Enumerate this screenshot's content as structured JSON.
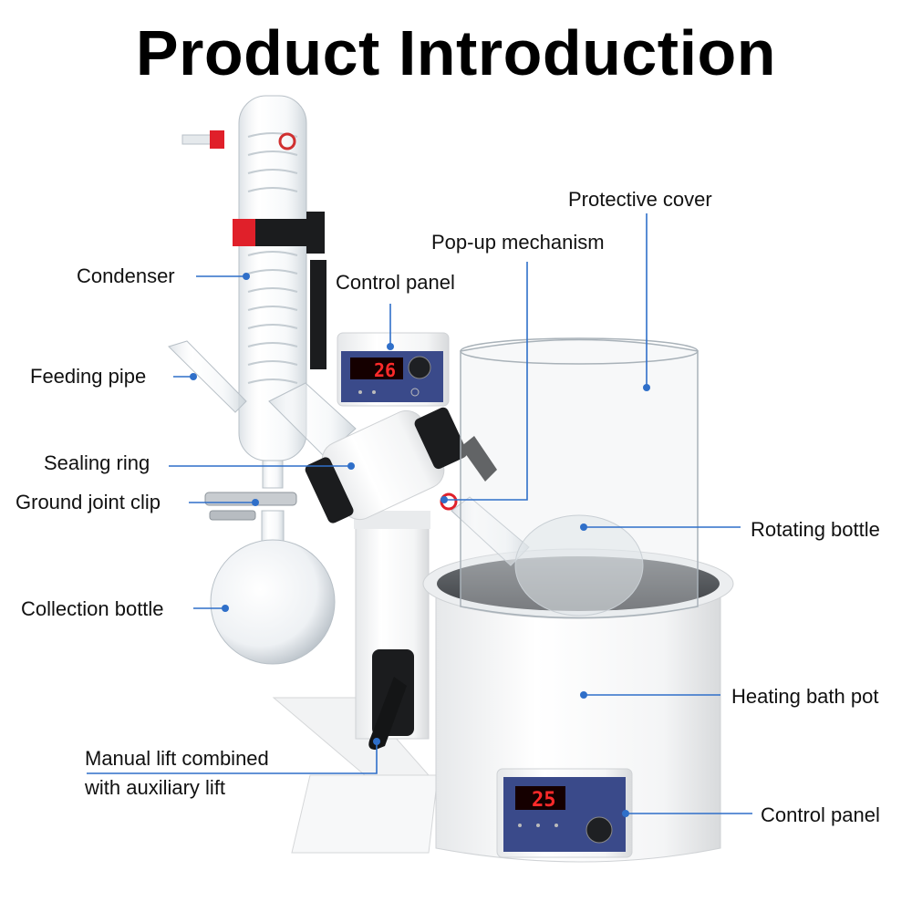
{
  "title": "Product Introduction",
  "labels": {
    "condenser": "Condenser",
    "feeding_pipe": "Feeding pipe",
    "sealing_ring": "Sealing ring",
    "ground_joint_clip": "Ground joint clip",
    "collection_bottle": "Collection bottle",
    "manual_lift_line1": "Manual lift combined",
    "manual_lift_line2": "with auxiliary lift",
    "control_panel_top": "Control panel",
    "popup_mechanism": "Pop-up mechanism",
    "protective_cover": "Protective cover",
    "rotating_bottle": "Rotating bottle",
    "heating_bath_pot": "Heating bath pot",
    "control_panel_bottom": "Control panel"
  },
  "displays": {
    "top_display": "26",
    "bottom_display": "25"
  },
  "colors": {
    "leader_line": "#2f6fc9",
    "led": "#ff2a2a",
    "panel_blue": "#3a4a8a"
  }
}
